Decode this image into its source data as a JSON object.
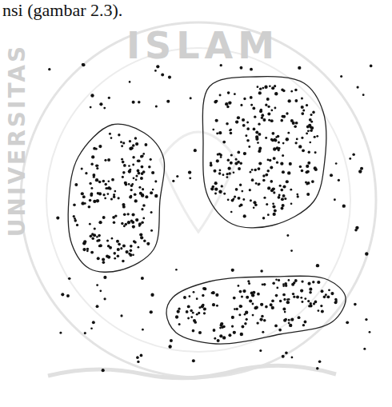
{
  "diagram": {
    "labels": [
      "nsi (gambar 2.3).",
      "ISLAM",
      "UNIVERSITAS"
    ]
  }
}
